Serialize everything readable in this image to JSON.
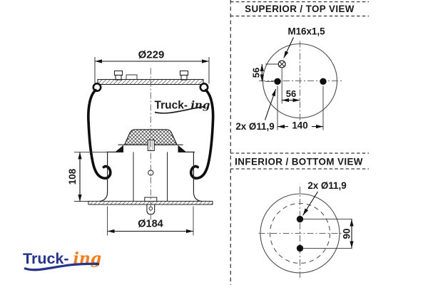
{
  "side_view": {
    "dims": {
      "top_plate_diameter": "Ø229",
      "piston_height": "108",
      "piston_diameter": "Ø184"
    },
    "watermark": {
      "text_bold": "Truck-",
      "text_script": "ing"
    },
    "logo": {
      "text_bold": "Truck-",
      "text_script": "ing"
    }
  },
  "top_view": {
    "title": "SUPERIOR / TOP VIEW",
    "labels": {
      "thread": "M16x1,5",
      "holes": "2x Ø11,9"
    },
    "dims": {
      "hole_offset_vertical": "56",
      "hole_offset_horizontal": "56",
      "stud_spacing": "140"
    }
  },
  "bottom_view": {
    "title": "INFERIOR / BOTTOM VIEW",
    "labels": {
      "holes": "2x Ø11,9"
    },
    "dims": {
      "hole_spacing": "90"
    }
  },
  "colors": {
    "line": "#1c1c1c",
    "thin_line": "#4a4a4a",
    "logo_navy": "#27348b",
    "logo_orange": "#f07e1e"
  }
}
